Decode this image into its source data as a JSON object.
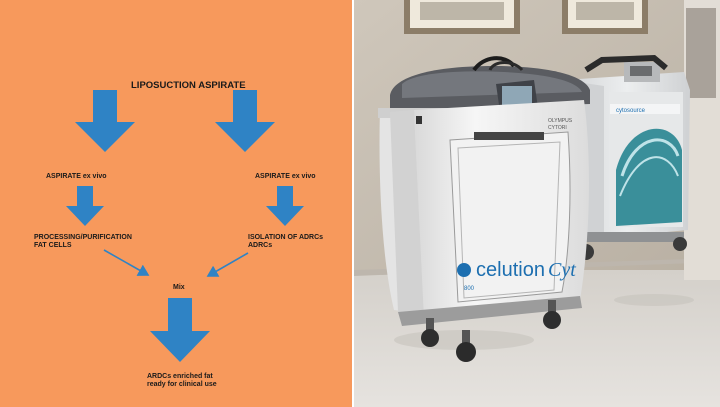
{
  "diagram": {
    "background": "#f7995c",
    "arrow_color": "#2f83c5",
    "line_color": "#2f83c5",
    "nodes": {
      "top": "LIPOSUCTION ASPIRATE",
      "left_aspirate": "ASPIRATE ex vivo",
      "right_aspirate": "ASPIRATE ex vivo",
      "left_process": [
        "PROCESSING/PURIFICATION",
        "FAT CELLS"
      ],
      "right_process": [
        "ISOLATION OF ADRCs",
        "ADRCs"
      ],
      "mix": "Mix",
      "result": [
        "ARDCs  enriched  fat",
        "ready for clinical use"
      ]
    }
  },
  "photo": {
    "device_brand": "celution",
    "device_model_mark": "Cyt",
    "device_model_suffix": "800",
    "panel_brand_line1": "OLYMPUS",
    "panel_brand_line2": "CYTORI",
    "second_device_brand": "cytosource",
    "colors": {
      "wall": "#c9c1b5",
      "floor": "#d8d4cf",
      "machine_body": "#eeeeee",
      "brand_blue": "#1d6fb0",
      "accent_teal": "#3a8f9a"
    }
  }
}
